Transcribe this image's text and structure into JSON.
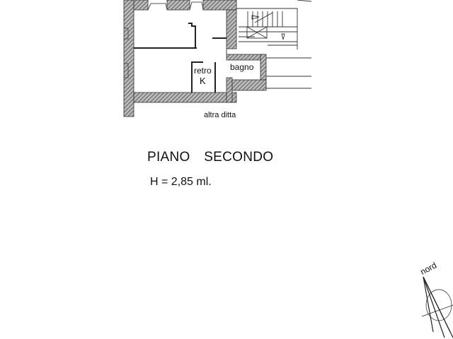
{
  "plan": {
    "rooms": {
      "retro": "retro",
      "k": "K",
      "bagno": "bagno"
    },
    "neighbor": "altra ditta",
    "compass": "nord"
  },
  "title": "PIANO SECONDO",
  "height": "H = 2,85 ml."
}
